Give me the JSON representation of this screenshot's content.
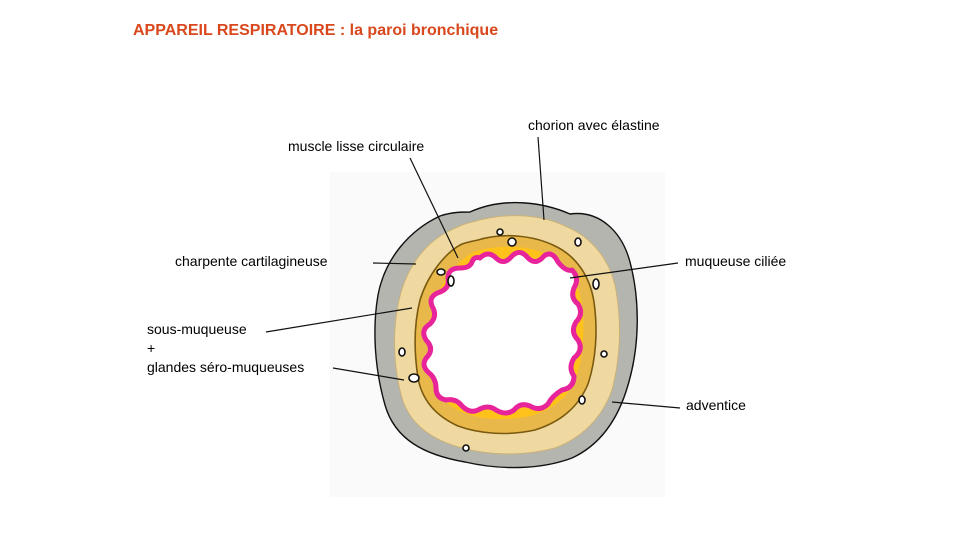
{
  "title": {
    "main": "APPAREIL RESPIRATOIRE :",
    "sub": "la paroi bronchique"
  },
  "labels": {
    "chorion": "chorion avec élastine",
    "muscle": "muscle lisse circulaire",
    "charpente": "charpente cartilagineuse",
    "muqueuse": "muqueuse ciliée",
    "sous_muqueuse": "sous-muqueuse",
    "plus": "+",
    "glandes": "glandes séro-muqueuses",
    "adventice": "adventice"
  },
  "colors": {
    "title": "#d9471c",
    "adventice_fill": "#b5b5b0",
    "cartilage_fill": "#f0d9a0",
    "chorion_fill": "#f7c96a",
    "mucosa_line": "#e8249b",
    "muscle_line": "#8a6a1a"
  }
}
